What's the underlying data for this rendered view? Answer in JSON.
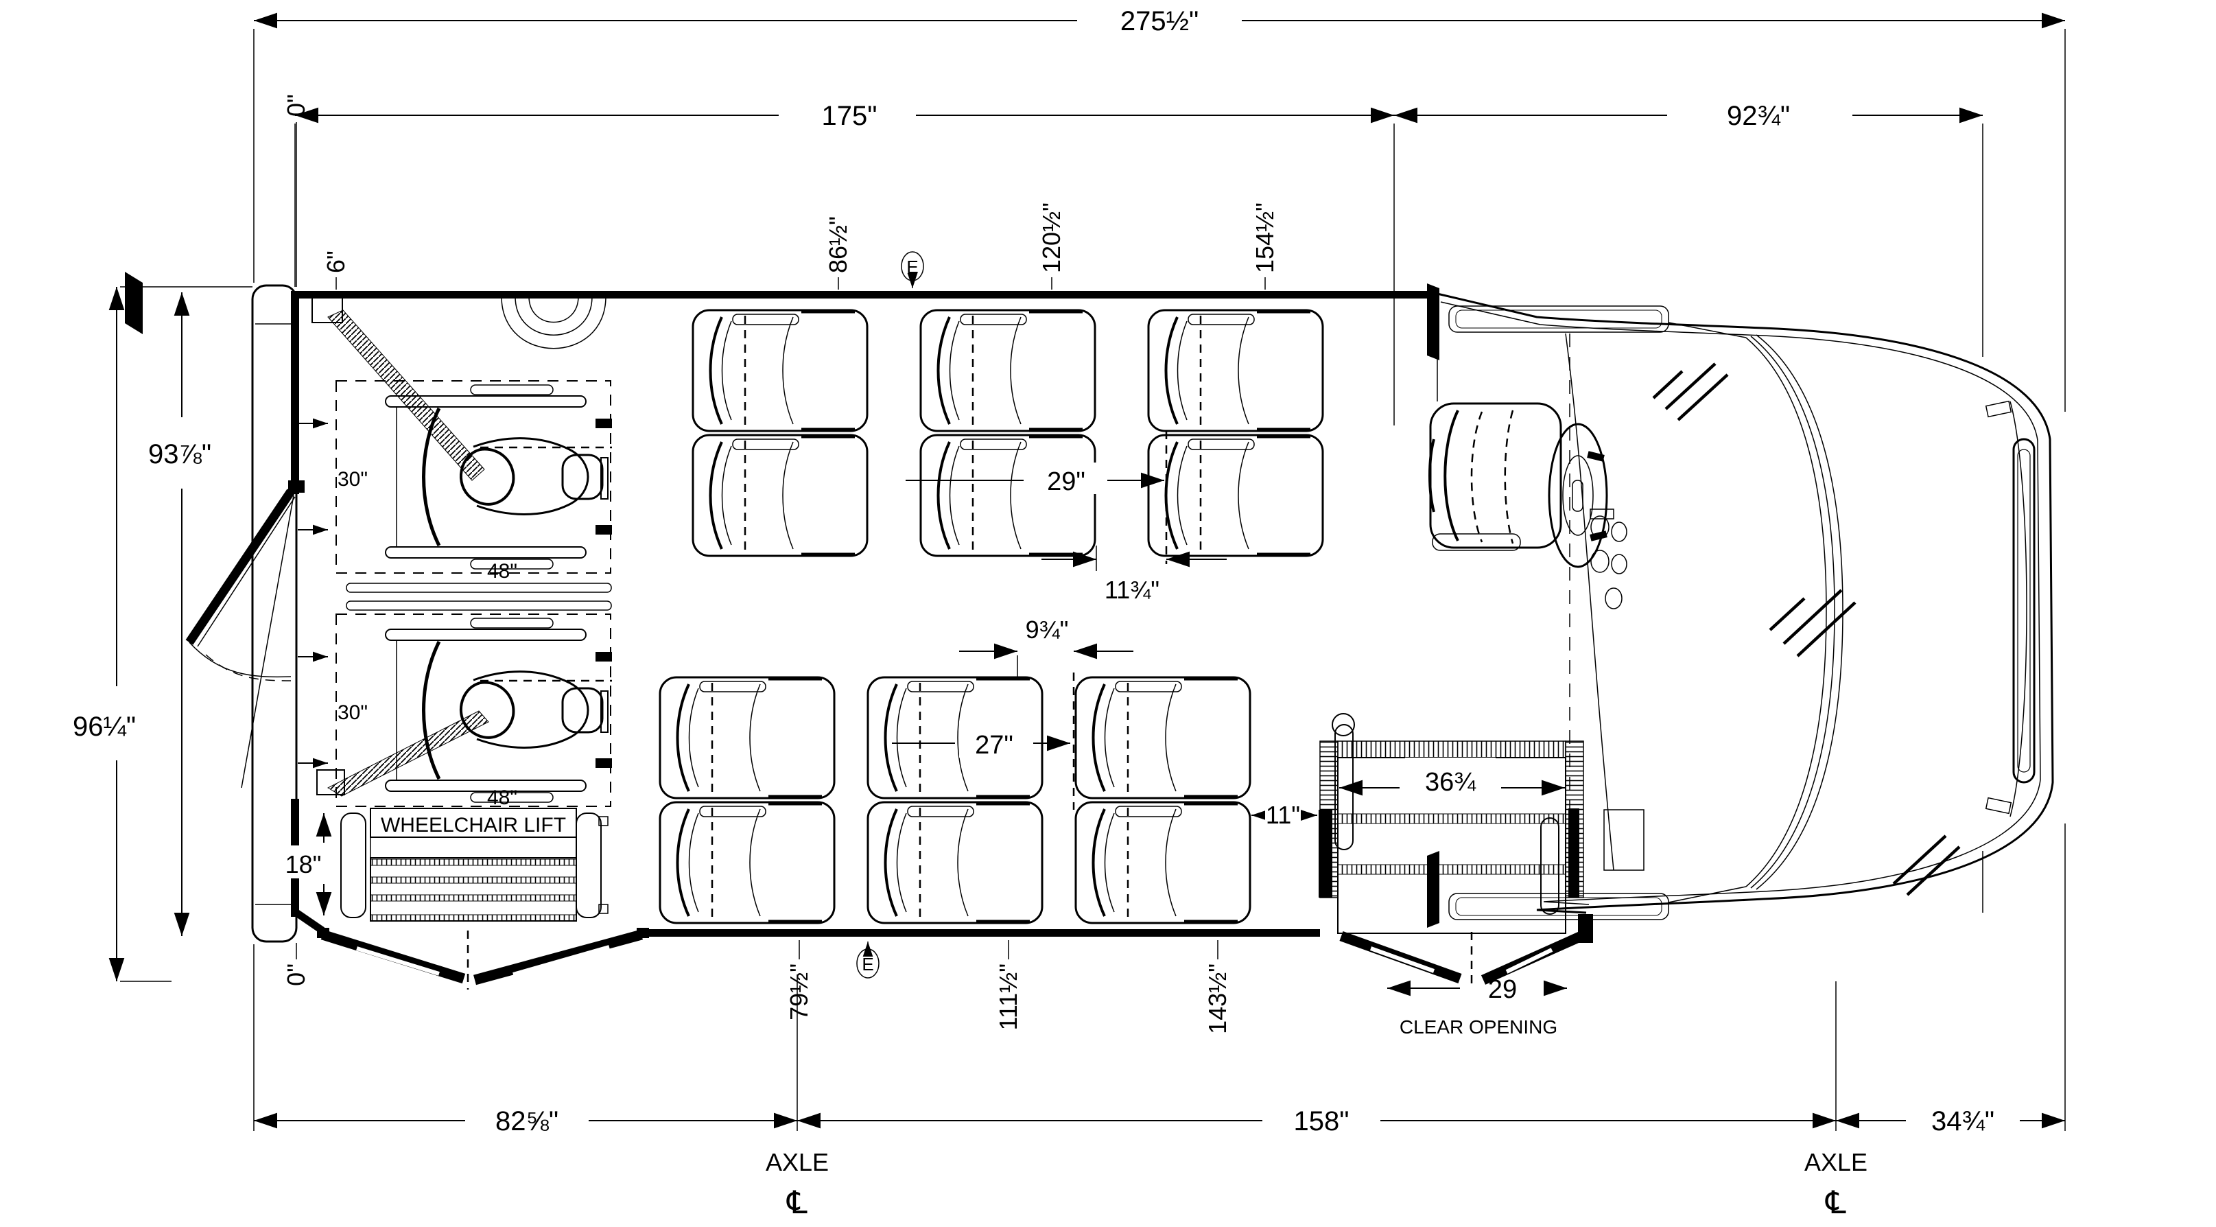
{
  "dims": {
    "overall_length": "275½\"",
    "body_length": "175\"",
    "front_length": "92¾\"",
    "zero_top": "0\"",
    "sta_6": "6\"",
    "sta_86": "86½\"",
    "sta_120": "120½\"",
    "sta_154": "154½\"",
    "seat_pitch": "29\"",
    "seat_back_offset": "11¾\"",
    "lower_gap": "9¾\"",
    "lower_pitch": "27\"",
    "step_width": "36¾",
    "seat_step_gap": "11\"",
    "wc1_width": "30\"",
    "wc1_length": "48\"",
    "wc2_width": "30\"",
    "wc2_length": "48\"",
    "lift_depth": "18\"",
    "interior_width": "93⅞\"",
    "overall_width": "96¼\"",
    "zero_bottom": "0\"",
    "sta_79": "79½\"",
    "sta_111": "111½\"",
    "sta_143": "143½\"",
    "door_clear_value": "29",
    "door_clear_label": "CLEAR OPENING",
    "rear_overhang": "82⅝\"",
    "wheelbase": "158\"",
    "front_overhang": "34¾\"",
    "axle_left": "AXLE",
    "axle_left_cl": "℄",
    "axle_right": "AXLE",
    "axle_right_cl": "℄"
  },
  "labels": {
    "wheelchair_lift": "WHEELCHAIR LIFT",
    "exit_top": "E",
    "exit_bottom": "E"
  }
}
